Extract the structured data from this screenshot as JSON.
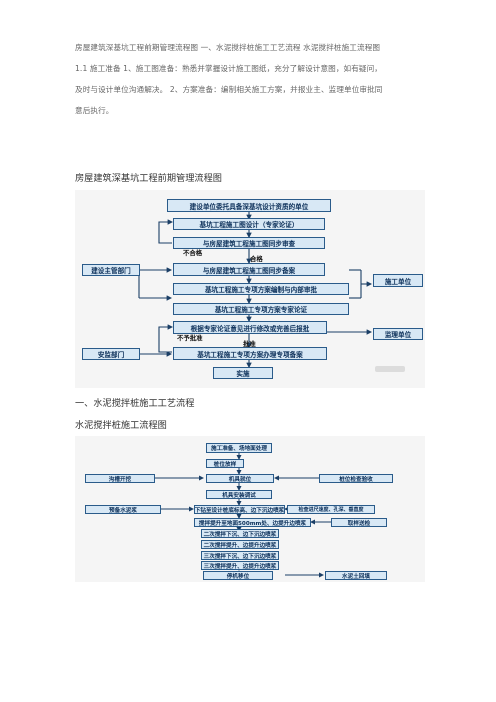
{
  "intro": {
    "line1": "房屋建筑深基坑工程前期管理流程图  一、水泥搅拌桩施工工艺流程  水泥搅拌桩施工流程图",
    "line2": "1.1  施工准备  1、施工图准备：熟悉并掌握设计施工图纸，充分了解设计意图，如有疑问，",
    "line3": "及时与设计单位沟通解决。  2、方案准备：编制相关施工方案，并报业主、监理单位审批同",
    "line4": "意后执行。"
  },
  "heading1": "房屋建筑深基坑工程前期管理流程图",
  "heading2": "一、水泥搅拌桩施工工艺流程",
  "heading3": "水泥搅拌桩施工流程图",
  "flow1": {
    "steps": [
      "建设单位委托具备深基坑设计资质的单位",
      "基坑工程施工图设计（专家论证）",
      "与房屋建筑工程施工图同步审查",
      "与房屋建筑工程施工图同步备案",
      "基坑工程施工专项方案编制与内部审批",
      "基坑工程施工专项方案专家论证",
      "根据专家论证意见进行修改或完善后报批",
      "基坑工程施工专项方案办理专项备案",
      "实施"
    ],
    "side": {
      "left1": "建设主管部门",
      "right1": "施工单位",
      "right2": "监理单位",
      "left2": "安监部门"
    },
    "notes": {
      "fail": "不合格",
      "pass": "合格",
      "reject": "不予批准",
      "approve": "批准"
    }
  },
  "flow2": {
    "steps": [
      "施工准备、场地面处理",
      "桩位放样",
      "机具就位",
      "机具安装调试",
      "下钻至设计桩底标高、边下沉边喷浆",
      "搅拌提升至地面500mm处、边提升边喷浆",
      "二次搅拌下沉、边下沉边喷浆",
      "二次搅拌提升、边提升边喷浆",
      "三次搅拌下沉、边下沉边喷浆",
      "三次搅拌提升、边提升边喷浆",
      "停机移位"
    ],
    "side": {
      "trench": "沟槽开挖",
      "pile_check": "桩位检查验收",
      "slurry": "预备水泥浆",
      "inspect": "检查进尺速度、孔深、垂直度",
      "sample": "取样送检",
      "backfill": "水泥土回填"
    }
  }
}
